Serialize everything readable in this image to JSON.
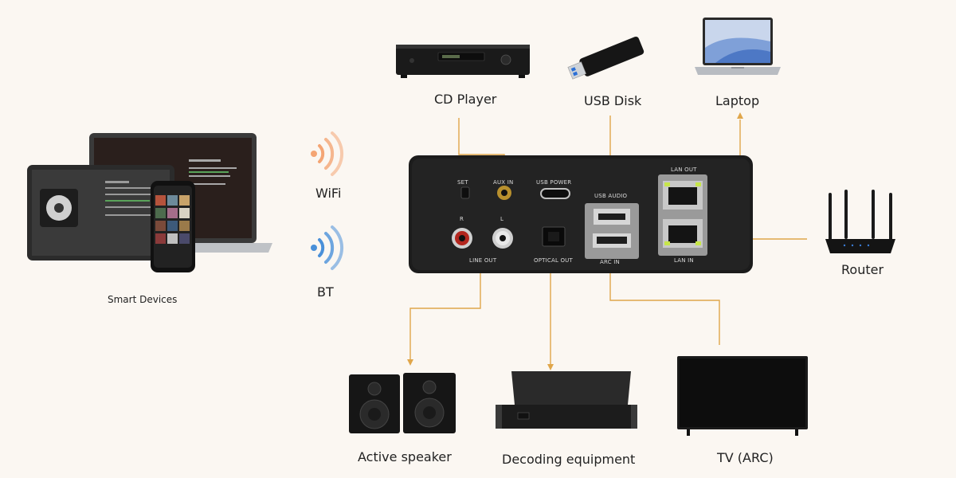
{
  "devices": {
    "cd_player": "CD Player",
    "usb_disk": "USB Disk",
    "laptop": "Laptop",
    "router": "Router",
    "smart_devices": "Smart Devices",
    "active_speaker": "Active speaker",
    "decoding_equipment": "Decoding equipment",
    "tv": "TV (ARC)"
  },
  "wireless": {
    "wifi": "WiFi",
    "bt": "BT"
  },
  "hub_ports": {
    "set": "SET",
    "aux_in": "AUX IN",
    "usb_power": "USB POWER",
    "usb_audio": "USB AUDIO",
    "lan_out": "LAN OUT",
    "lan_in": "LAN IN",
    "r": "R",
    "l": "L",
    "line_out": "LINE OUT",
    "optical_out": "OPTICAL OUT",
    "arc_in": "ARC IN"
  },
  "colors": {
    "background": "#fbf7f2",
    "wire": "#e0a64a",
    "wifi_icon": "#f4a574",
    "bt_icon": "#4a90d9",
    "hub_body": "#1c1c1c"
  }
}
